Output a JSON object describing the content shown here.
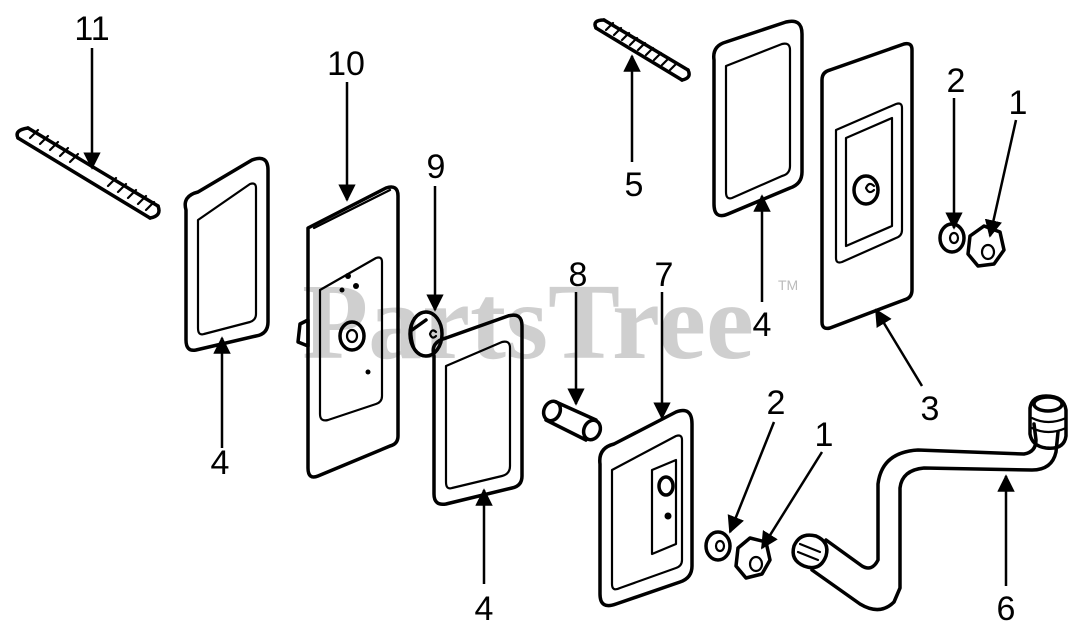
{
  "watermark": {
    "text": "PartsTree",
    "trademark": "TM"
  },
  "callouts": {
    "c11": "11",
    "c10": "10",
    "c9": "9",
    "c8": "8",
    "c7": "7",
    "c6": "6",
    "c5": "5",
    "c4a": "4",
    "c4b": "4",
    "c4c": "4",
    "c3": "3",
    "c2a": "2",
    "c2b": "2",
    "c1a": "1",
    "c1b": "1"
  }
}
